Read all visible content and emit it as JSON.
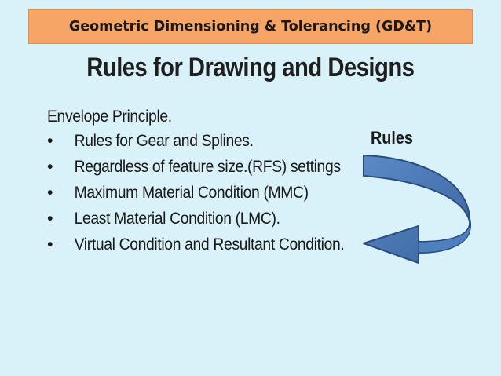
{
  "banner": {
    "title": "Geometric Dimensioning & Tolerancing (GD&T)"
  },
  "heading": "Rules for Drawing and Designs",
  "intro": "Envelope Principle.",
  "bullet_glyph": "•",
  "bullets": [
    "Rules for Gear and Splines.",
    "Regardless of feature size.(RFS) settings",
    "Maximum Material Condition (MMC)",
    "Least Material Condition (LMC).",
    "Virtual Condition and Resultant Condition."
  ],
  "rules_label": "Rules",
  "colors": {
    "background": "#d9f1f9",
    "banner": "#f7a467",
    "arrow_fill": "#4a78b5",
    "arrow_dark": "#2d4f80"
  },
  "icons": {
    "curved_arrow": "curved-u-turn-arrow-icon"
  }
}
